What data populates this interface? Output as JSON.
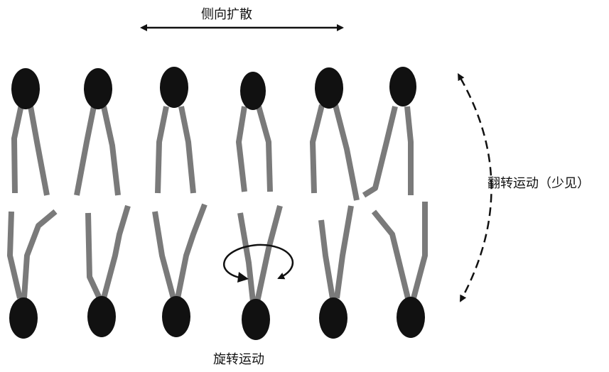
{
  "labels": {
    "lateral": "侧向扩散",
    "rotation": "旋转运动",
    "flip_flop": "翻转运动（少见）"
  },
  "colors": {
    "head": "#111111",
    "tail": "#7a7a7a",
    "arrow": "#111111"
  },
  "bilayer": {
    "lipids_per_leaflet": 6
  }
}
